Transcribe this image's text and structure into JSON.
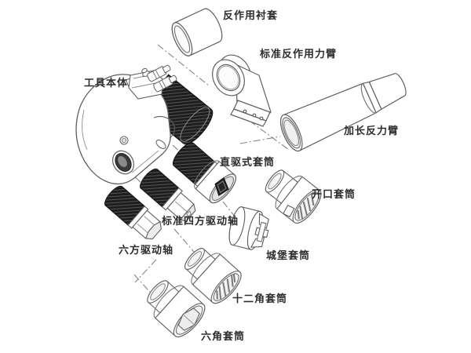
{
  "figure": {
    "type": "exploded-parts-diagram",
    "subject": "hydraulic-torque-wrench-kit",
    "background_color": "#ffffff",
    "line_color": "#5f5f5f",
    "dark_part_color": "#1d1d1d",
    "centerline_color": "#7a7a7a",
    "label_color": "#2d2d2d"
  },
  "parts": [
    {
      "id": "reaction-bushing",
      "label": "反作用衬套"
    },
    {
      "id": "standard-reaction-arm",
      "label": "标准反作用力臂"
    },
    {
      "id": "tool-body",
      "label": "工具本体"
    },
    {
      "id": "extended-reaction-arm",
      "label": "加长反力臂"
    },
    {
      "id": "direct-drive-socket",
      "label": "直驱式套筒"
    },
    {
      "id": "standard-square-drive-shaft",
      "label": "标准四方驱动轴"
    },
    {
      "id": "hex-drive-shaft",
      "label": "六方驱动轴"
    },
    {
      "id": "open-socket",
      "label": "开口套筒"
    },
    {
      "id": "castle-socket",
      "label": "城堡套筒"
    },
    {
      "id": "twelve-point-socket",
      "label": "十二角套筒"
    },
    {
      "id": "hex-socket",
      "label": "六角套筒"
    }
  ]
}
